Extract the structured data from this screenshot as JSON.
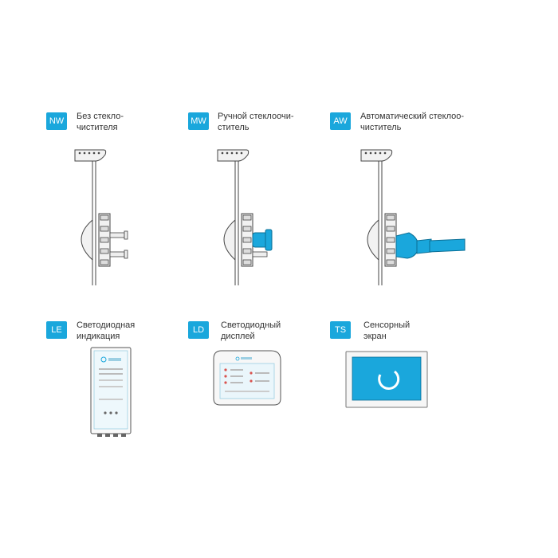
{
  "accent": "#1aa7dc",
  "options": [
    {
      "code": "NW",
      "label": "Без стекло-\nчистителя"
    },
    {
      "code": "MW",
      "label": "Ручной стеклоочи-\nститель"
    },
    {
      "code": "AW",
      "label": "Автоматический стеклоо-\nчиститель"
    },
    {
      "code": "LE",
      "label": "Светодиодная\nиндикация"
    },
    {
      "code": "LD",
      "label": "Светодиодный\nдисплей"
    },
    {
      "code": "TS",
      "label": "Сенсорный\nэкран"
    }
  ]
}
